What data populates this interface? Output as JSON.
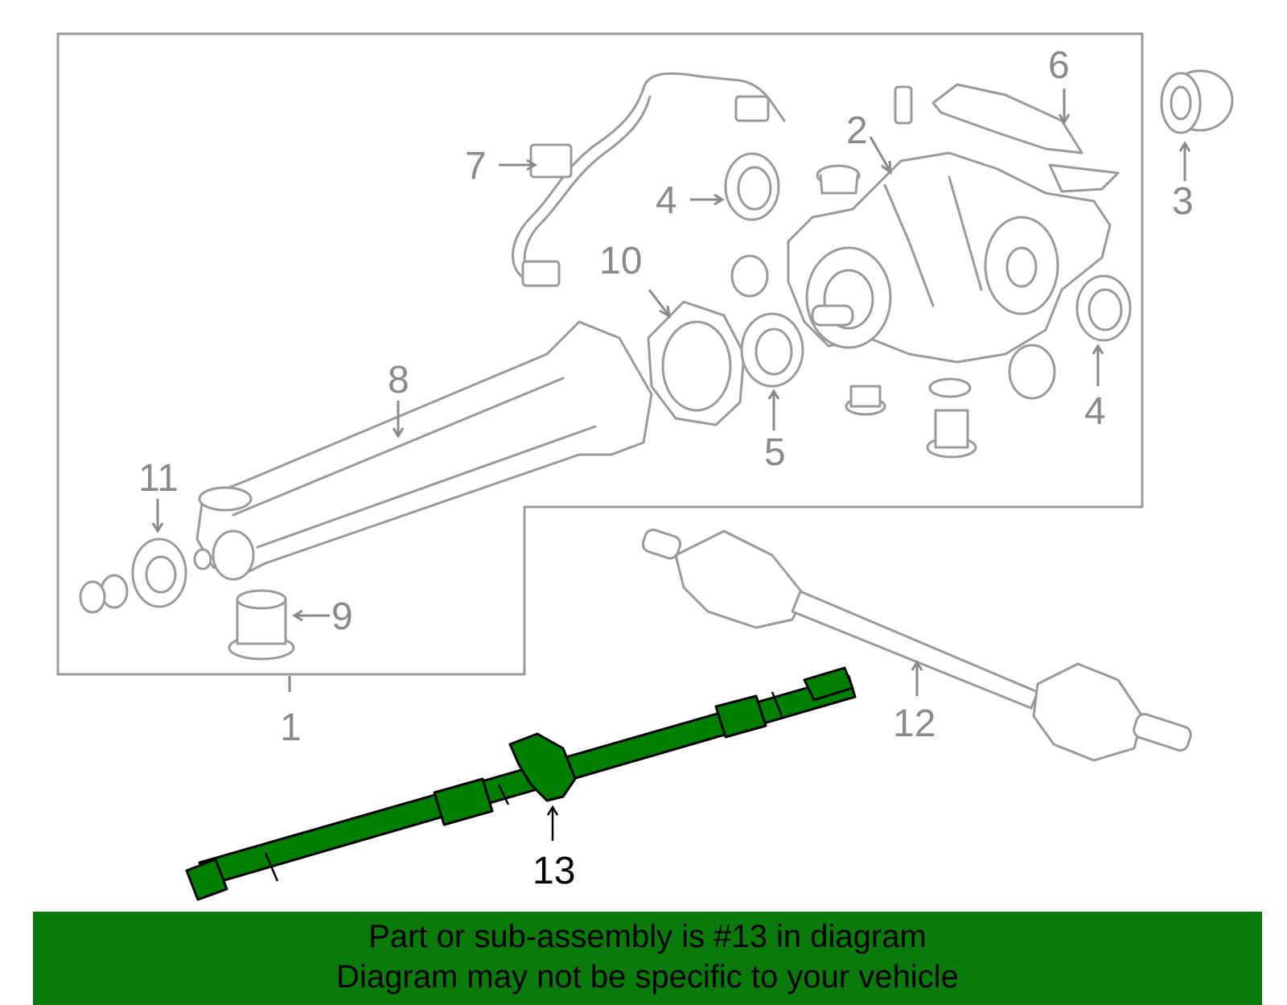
{
  "diagram": {
    "callouts": {
      "c1": "1",
      "c2": "2",
      "c3": "3",
      "c4a": "4",
      "c4b": "4",
      "c5": "5",
      "c6": "6",
      "c7": "7",
      "c8": "8",
      "c9": "9",
      "c10": "10",
      "c11": "11",
      "c12": "12",
      "c13": "13"
    },
    "highlighted_part": "13",
    "colors": {
      "highlight": "#008000",
      "banner": "#0a7a0a",
      "line": "#9a9a9a"
    }
  },
  "banner": {
    "line1": "Part or sub-assembly is #13 in diagram",
    "line2": "Diagram may not be specific to your vehicle"
  }
}
